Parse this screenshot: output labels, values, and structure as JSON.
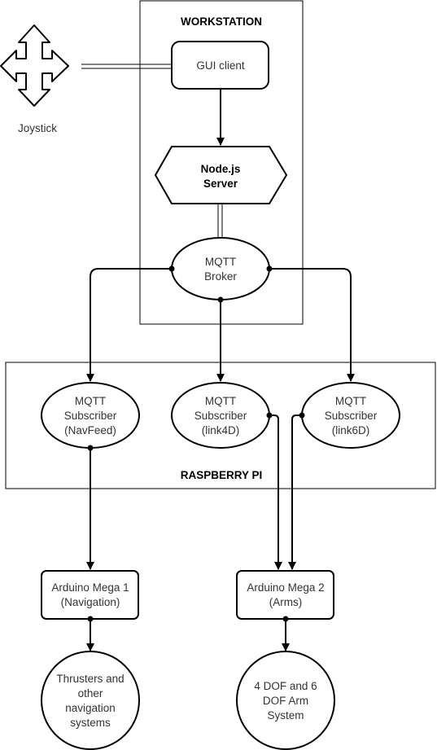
{
  "workstation": {
    "title": "WORKSTATION"
  },
  "raspberry": {
    "title": "RASPBERRY PI"
  },
  "joystick": {
    "label": "Joystick"
  },
  "gui": {
    "label": "GUI client"
  },
  "server": {
    "line1": "Node.js",
    "line2": "Server"
  },
  "broker": {
    "line1": "MQTT",
    "line2": "Broker"
  },
  "subscribers": [
    {
      "line1": "MQTT",
      "line2": "Subscriber",
      "line3": "(NavFeed)"
    },
    {
      "line1": "MQTT",
      "line2": "Subscriber",
      "line3": "(link4D)"
    },
    {
      "line1": "MQTT",
      "line2": "Subscriber",
      "line3": "(link6D)"
    }
  ],
  "arduino1": {
    "line1": "Arduino Mega 1",
    "line2": "(Navigation)"
  },
  "arduino2": {
    "line1": "Arduino Mega 2",
    "line2": "(Arms)"
  },
  "thrusters": {
    "line1": "Thrusters and",
    "line2": "other",
    "line3": "navigation",
    "line4": "systems"
  },
  "armsystem": {
    "line1": "4 DOF and 6",
    "line2": "DOF Arm",
    "line3": "System"
  }
}
